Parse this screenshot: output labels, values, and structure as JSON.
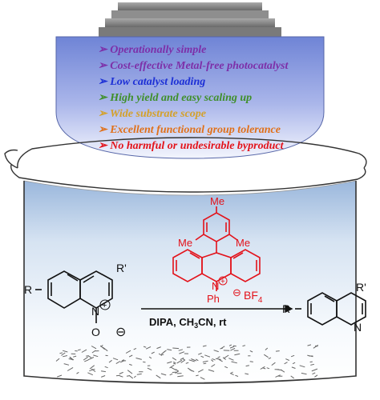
{
  "features": [
    {
      "text": "Operationally simple",
      "color": "#7d2fa8"
    },
    {
      "text": "Cost-effective Metal-free photocatalyst",
      "color": "#7d2fa8"
    },
    {
      "text": "Low catalyst loading",
      "color": "#1c2fd6"
    },
    {
      "text": "High yield and easy scaling up",
      "color": "#3f8f2a"
    },
    {
      "text": "Wide substrate scope",
      "color": "#d4a12a"
    },
    {
      "text": "Excellent functional group tolerance",
      "color": "#e0701a"
    },
    {
      "text": "No harmful or undesirable byproduct",
      "color": "#e3121a"
    }
  ],
  "bullet": "➢",
  "reactant": {
    "r": "R",
    "r_prime": "R'",
    "n_charge": "+",
    "n": "N",
    "o": "O",
    "o_charge": "⊖"
  },
  "catalyst": {
    "me": "Me",
    "n": "N",
    "n_charge": "+",
    "ph": "Ph",
    "anion_charge": "⊖",
    "anion": "BF",
    "anion_sub": "4",
    "color": "#e3121a"
  },
  "conditions": {
    "text": "DIPA, CH",
    "sub": "3",
    "rest": "CN, rt"
  },
  "product": {
    "r": "R",
    "r_prime": "R'",
    "n": "N"
  }
}
